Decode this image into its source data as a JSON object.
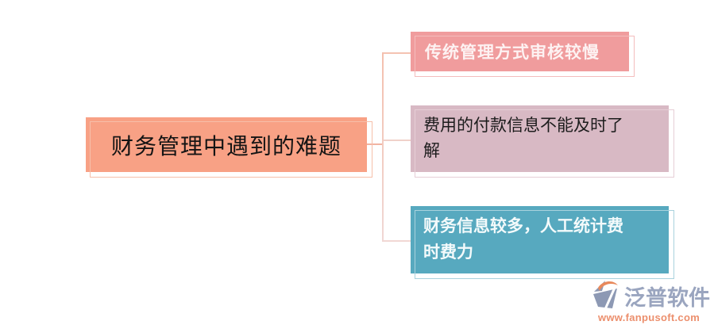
{
  "diagram": {
    "root": {
      "label": "财务管理中遇到的难题",
      "fill": "#f8a185",
      "outline": "#f6bfaa",
      "text_color": "#141414"
    },
    "branches": [
      {
        "label": "传统管理方式审核较慢",
        "fill": "#f09c9d",
        "outline": "#f4bdbd",
        "text_color": "#fdf2f2"
      },
      {
        "label": "费用的付款信息不能及时了解",
        "fill": "#d8b9c4",
        "outline": "#e6ced6",
        "text_color": "#1c1c1c"
      },
      {
        "label": "财务信息较多，人工统计费时费力",
        "fill": "#57a9bf",
        "outline": "#a9d2dd",
        "text_color": "#f3fafb"
      }
    ],
    "connector_color": "#f3c4b5"
  },
  "watermark": {
    "brand": "泛普软件",
    "url": "www.fanpusoft.com",
    "brand_color": "#9aa5bf",
    "url_color": "#ec8f6d",
    "icon": "fanpu-logo-icon"
  }
}
